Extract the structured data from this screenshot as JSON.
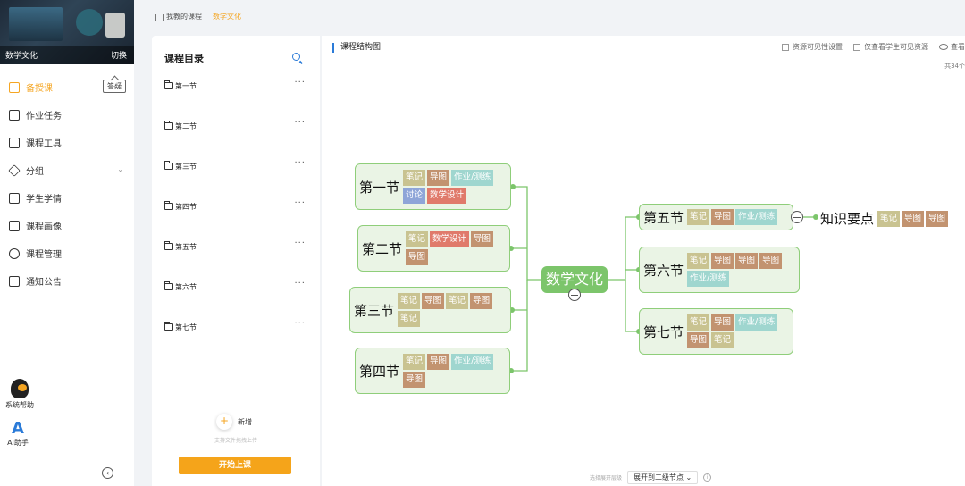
{
  "sidebar": {
    "course_title": "数学文化",
    "switch_label": "切换",
    "tooltip": "答疑",
    "items": [
      {
        "label": "备授课",
        "icon": "grid-icon",
        "active": true
      },
      {
        "label": "作业任务",
        "icon": "clipboard-icon"
      },
      {
        "label": "课程工具",
        "icon": "toolbox-icon"
      },
      {
        "label": "分组",
        "icon": "layers-icon"
      },
      {
        "label": "学生学情",
        "icon": "report-icon"
      },
      {
        "label": "课程画像",
        "icon": "bar-chart-icon"
      },
      {
        "label": "课程管理",
        "icon": "settings-icon"
      },
      {
        "label": "通知公告",
        "icon": "speaker-icon"
      }
    ],
    "help_label": "系统帮助",
    "ai_logo": "A",
    "ai_label": "AI助手",
    "collapse_icon": "‹"
  },
  "breadcrumb": {
    "root": "我教的课程",
    "current": "数学文化"
  },
  "catalog": {
    "title": "课程目录",
    "sections": [
      "第一节",
      "第二节",
      "第三节",
      "第四节",
      "第五节",
      "第六节",
      "第七节"
    ],
    "more": "···",
    "add_label": "新增",
    "drag_tip": "支持文件拖拽上传",
    "start_button": "开始上课"
  },
  "main": {
    "title": "课程结构图",
    "toolbar": {
      "visibility_setting": "资源可见性设置",
      "student_only": "仅查看学生可见资源",
      "view": "查看"
    },
    "total": "共34个",
    "expand_label": "选择展开层级",
    "expand_value": "展开到二级节点",
    "info_icon": "i"
  },
  "mindmap": {
    "root": "数学文化",
    "colors": {
      "笔记": "#c9c391",
      "导图": "#c29370",
      "作业/测练": "#9fd6cf",
      "讨论": "#8ea5d8",
      "数学设计": "#e07a6b",
      "line": "#7cc56b"
    },
    "nodes": [
      {
        "name": "第一节",
        "tags": [
          "笔记",
          "导图",
          "作业/测练",
          "讨论",
          "数学设计"
        ]
      },
      {
        "name": "第二节",
        "tags": [
          "笔记",
          "数学设计",
          "导图",
          "导图"
        ]
      },
      {
        "name": "第三节",
        "tags": [
          "笔记",
          "导图",
          "笔记",
          "导图",
          "笔记"
        ]
      },
      {
        "name": "第四节",
        "tags": [
          "笔记",
          "导图",
          "作业/测练",
          "导图"
        ]
      },
      {
        "name": "第五节",
        "tags": [
          "笔记",
          "导图",
          "作业/测练"
        ]
      },
      {
        "name": "第六节",
        "tags": [
          "笔记",
          "导图",
          "导图",
          "导图",
          "作业/测练"
        ]
      },
      {
        "name": "第七节",
        "tags": [
          "笔记",
          "导图",
          "作业/测练",
          "导图",
          "笔记"
        ]
      }
    ],
    "knowledge": {
      "name": "知识要点",
      "tags": [
        "笔记",
        "导图",
        "导图"
      ]
    }
  }
}
